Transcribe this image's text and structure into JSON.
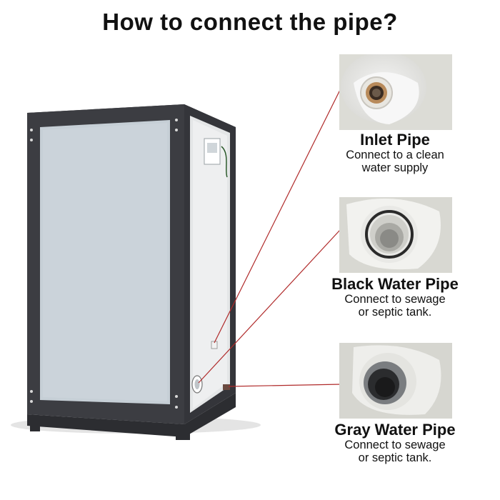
{
  "title": "How to connect the pipe?",
  "pipes": [
    {
      "name": "Inlet Pipe",
      "line1": "Connect to a clean",
      "line2": "water supply"
    },
    {
      "name": "Black Water Pipe",
      "line1": "Connect to sewage",
      "line2": "or septic tank."
    },
    {
      "name": "Gray Water Pipe",
      "line1": "Connect to sewage",
      "line2": "or septic tank."
    }
  ],
  "colors": {
    "frame": "#3c3d42",
    "panel": "#c6cfd6",
    "leader": "#b02a2a"
  }
}
